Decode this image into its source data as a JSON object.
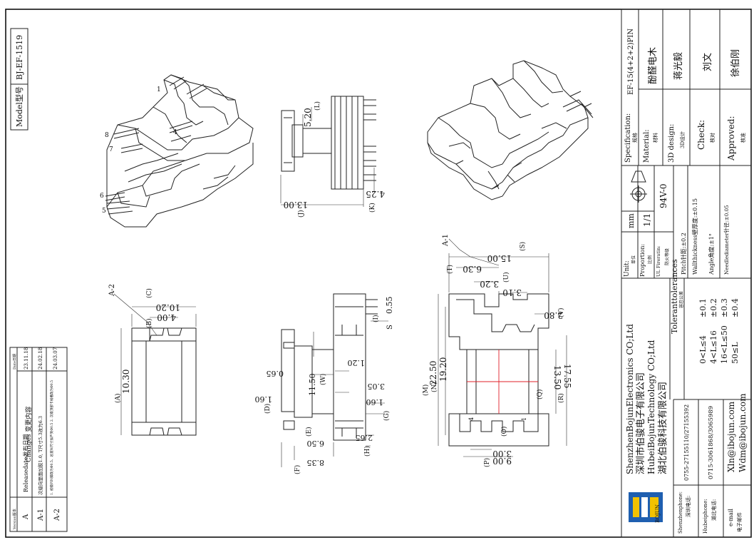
{
  "sheet": {
    "model_label": "Model型号",
    "model_value": "BJ-EF-1519"
  },
  "changes": {
    "title": "Changes 变更内容",
    "col_version": "Version版本",
    "col_date": "Date日期",
    "rows": [
      {
        "rev": "A",
        "text": "Releasedate发布日期",
        "date": "23.11.18"
      },
      {
        "rev": "A-1",
        "text": "次级向里面加胶1.0, T尺寸5.3改为6.3",
        "date": "24.02.18"
      },
      {
        "rev": "A-2",
        "text": "1. 初级PIN脚改为Φ0.5、总宽W尺寸加严到Φ0.5  2. 次级顶部卡线槽改为Φ0.5",
        "date": "24.03.07"
      }
    ]
  },
  "views": {
    "top_left": {
      "dims": [
        "10.20",
        "4.00",
        "10.30"
      ],
      "labels": [
        "(C)",
        "(B)",
        "(A)"
      ],
      "note": "A-2"
    },
    "top_mid": {
      "dims": [
        "5.20",
        "13.00",
        "4.25"
      ],
      "labels": [
        "(L)",
        "(J)",
        "(K)"
      ]
    },
    "mid": {
      "dims": [
        "0.55",
        "1.20",
        "0.65",
        "11.50",
        "1.60",
        "3.05",
        "1.60",
        "6.50",
        "2.65",
        "8.35"
      ],
      "labels": [
        "(I)",
        "(W)",
        "(D)",
        "(G)",
        "(E)",
        "(H)",
        "(F)"
      ],
      "sq_prefix": "S"
    },
    "right": {
      "dims": [
        "15.00",
        "6.30",
        "3.20",
        "3.10",
        "2.80",
        "22.50",
        "19.20",
        "13.50",
        "17.55",
        "3.00",
        "9.00"
      ],
      "labels": [
        "(S)",
        "(T)",
        "(U)",
        "(V)",
        "(M)",
        "(N)",
        "(Q)",
        "(R)",
        "(O)",
        "(P)"
      ],
      "note": "A-1",
      "pins": [
        "4",
        "1"
      ]
    },
    "iso_pins": [
      "1",
      "4",
      "8",
      "7",
      "6",
      "5"
    ]
  },
  "title_block": {
    "spec_label": "Specification:",
    "spec_cn": "规格",
    "spec_value": "EF-15(4+2+2)PIN",
    "material_label": "Material:",
    "material_cn": "材料",
    "material_value": "酚醛电木",
    "design_label": "3D design:",
    "design_cn": "3D设计",
    "design_value": "蒋光毅",
    "check_label": "Check:",
    "check_cn": "核对",
    "check_value": "刘文",
    "approved_label": "Approved:",
    "approved_cn": "核准",
    "approved_value": "徐伯刚",
    "unit_label": "Unit:",
    "unit_cn": "单位",
    "unit_value": "mm",
    "proportion_label": "Proportion:",
    "proportion_cn": "比例",
    "proportion_value": "1/1",
    "flame_label": "UL Fireratin:",
    "flame_cn": "防火等级",
    "flame_value": "94V-0",
    "tol_title": "Toleranttolerances",
    "tol_cn": "容忍公差",
    "tol_rows": [
      {
        "range": "0<L≤4",
        "tol": "±0.1"
      },
      {
        "range": "4<L≤16",
        "tol": "±0.2"
      },
      {
        "range": "16<L≤50",
        "tol": "±0.3"
      },
      {
        "range": "50≤L",
        "tol": "±0.4"
      }
    ],
    "tol_pitch": "Pitch针距:±0.2",
    "tol_wall": "Wallthickness壁厚度:±0.15",
    "tol_angle": "Angle角度:±1°",
    "tol_needle": "Needlediameter针径:±0.05",
    "company1_en": "ShenzhenBojunElectronics CO;Ltd",
    "company1_cn": "深圳市伯骏电子有限公司",
    "company2_en": "HubeiBojunTechnology CO;Ltd",
    "company2_cn": "湖北伯骏科技有限公司",
    "sz_phone_label": "Shenzhenphone:",
    "sz_phone_cn": "深圳电话:",
    "sz_phone": "0755-27155110/27155392",
    "hb_phone_label": "Hubeiphone:",
    "hb_phone_cn": "湖北电话:",
    "hb_phone": "0715-3061868/3065989",
    "email_label": "e-mail",
    "email_cn": "电子邮件",
    "email1": "Xln@ibojun.com",
    "email2": "Wdm@ibojun.com",
    "logo_text": "BOJUN",
    "logo_color": "#1f5fb0",
    "logo_accent": "#f2c200"
  }
}
